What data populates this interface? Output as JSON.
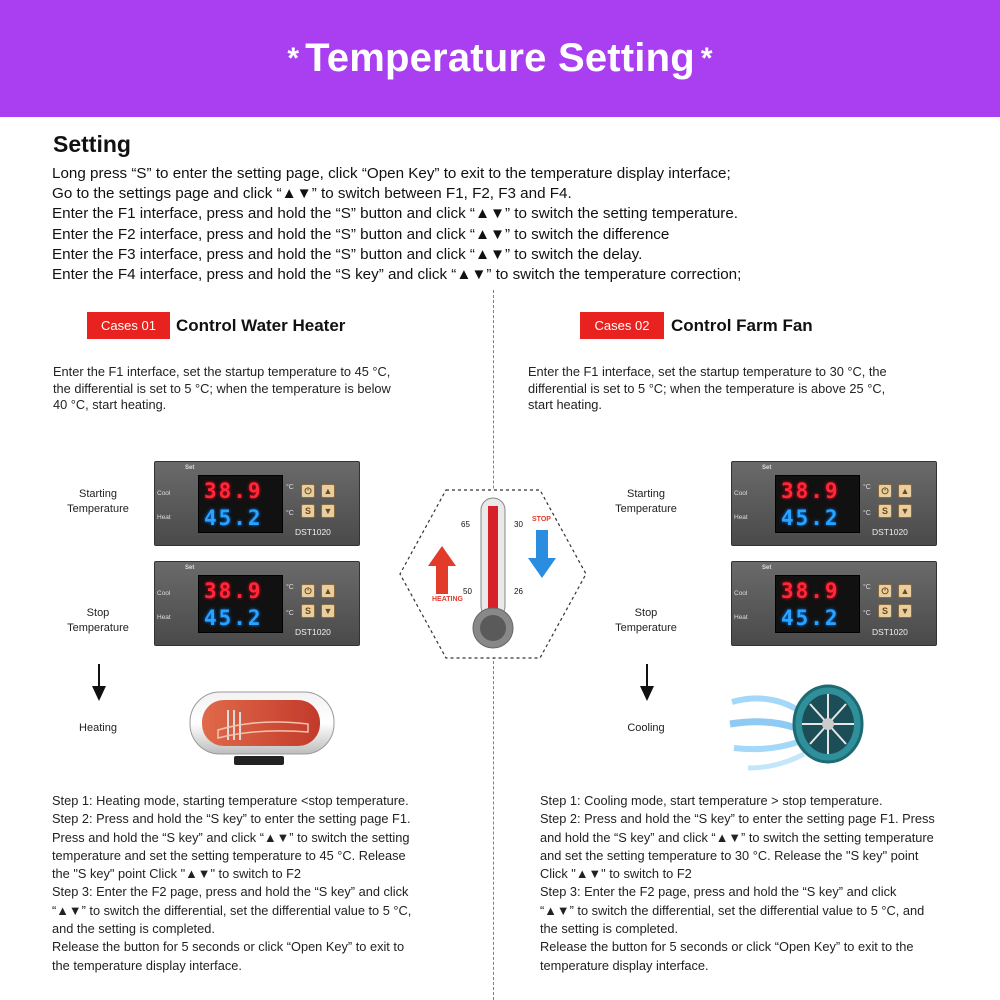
{
  "banner": {
    "star_left": "*",
    "title": "Temperature Setting",
    "star_right": "*",
    "color": "#a93ff0"
  },
  "setting": {
    "heading": "Setting",
    "lines": [
      "Long press “S” to enter the setting page, click “Open Key” to exit to the temperature display interface;",
      "Go to the settings page and click “▲▼” to switch between F1, F2, F3 and F4.",
      "Enter the F1 interface, press and hold the “S” button and click “▲▼” to switch the setting temperature.",
      "Enter the F2 interface, press and hold the “S” button and click “▲▼” to switch the difference",
      "Enter the F3 interface, press and hold the “S” button and click “▲▼” to switch the delay.",
      "Enter the F4 interface, press and hold the “S key” and click “▲▼” to switch the temperature correction;"
    ]
  },
  "controller": {
    "set_label": "Set",
    "cool_label": "Cool",
    "heat_label": "Heat",
    "unit": "°C",
    "top_reading": "38.9",
    "bottom_reading": "45.2",
    "model": "DST1020",
    "key_s": "S",
    "key_power": "⏻",
    "key_up": "▲",
    "key_down": "▼"
  },
  "thermometer": {
    "left_high": "65",
    "left_low": "50",
    "right_high": "30",
    "right_low": "26",
    "stop_label": "STOP",
    "heating_label": "HEATING"
  },
  "case1": {
    "badge": "Cases 01",
    "title": "Control Water Heater",
    "desc": [
      "Enter the F1 interface, set the startup temperature to 45 °C,",
      "the differential is set to 5 °C; when the temperature is below",
      "40 °C, start heating."
    ],
    "starting_label": [
      "Starting",
      "Temperature"
    ],
    "stop_label": [
      "Stop",
      "Temperature"
    ],
    "result_label": "Heating",
    "steps": [
      "Step 1: Heating mode, starting temperature <stop temperature.",
      "Step 2: Press and hold the “S key” to enter the setting page F1.",
      "Press and hold the “S key” and click “▲▼” to switch the setting",
      "temperature and set the setting temperature to 45 °C. Release",
      "the \"S key\" point Click \"▲▼\" to switch to F2",
      "Step 3: Enter the F2 page, press and hold the “S key” and click",
      "“▲▼” to switch the differential, set the differential value to 5 °C,",
      "and the setting is completed.",
      "Release the button for 5 seconds or click “Open Key” to exit to",
      "the temperature display interface."
    ]
  },
  "case2": {
    "badge": "Cases 02",
    "title": "Control Farm Fan",
    "desc": [
      "Enter the F1 interface, set the startup temperature to 30 °C, the",
      "differential is set to 5 °C; when the temperature is above 25 °C,",
      "start heating."
    ],
    "starting_label": [
      "Starting",
      "Temperature"
    ],
    "stop_label": [
      "Stop",
      "Temperature"
    ],
    "result_label": "Cooling",
    "steps": [
      "Step 1: Cooling mode, start temperature > stop temperature.",
      "Step 2: Press and hold the “S key” to enter the setting page F1. Press",
      "and hold the “S key” and click “▲▼” to switch the setting temperature",
      "and set the setting temperature to 30 °C. Release the \"S key\" point",
      "Click \"▲▼\" to switch to F2",
      "Step 3: Enter the F2 page, press and hold the “S key” and click",
      "“▲▼” to switch the differential, set the differential value to 5 °C, and",
      "the setting is completed.",
      "Release the button for 5 seconds or click “Open Key” to exit to the",
      "temperature display interface."
    ]
  }
}
